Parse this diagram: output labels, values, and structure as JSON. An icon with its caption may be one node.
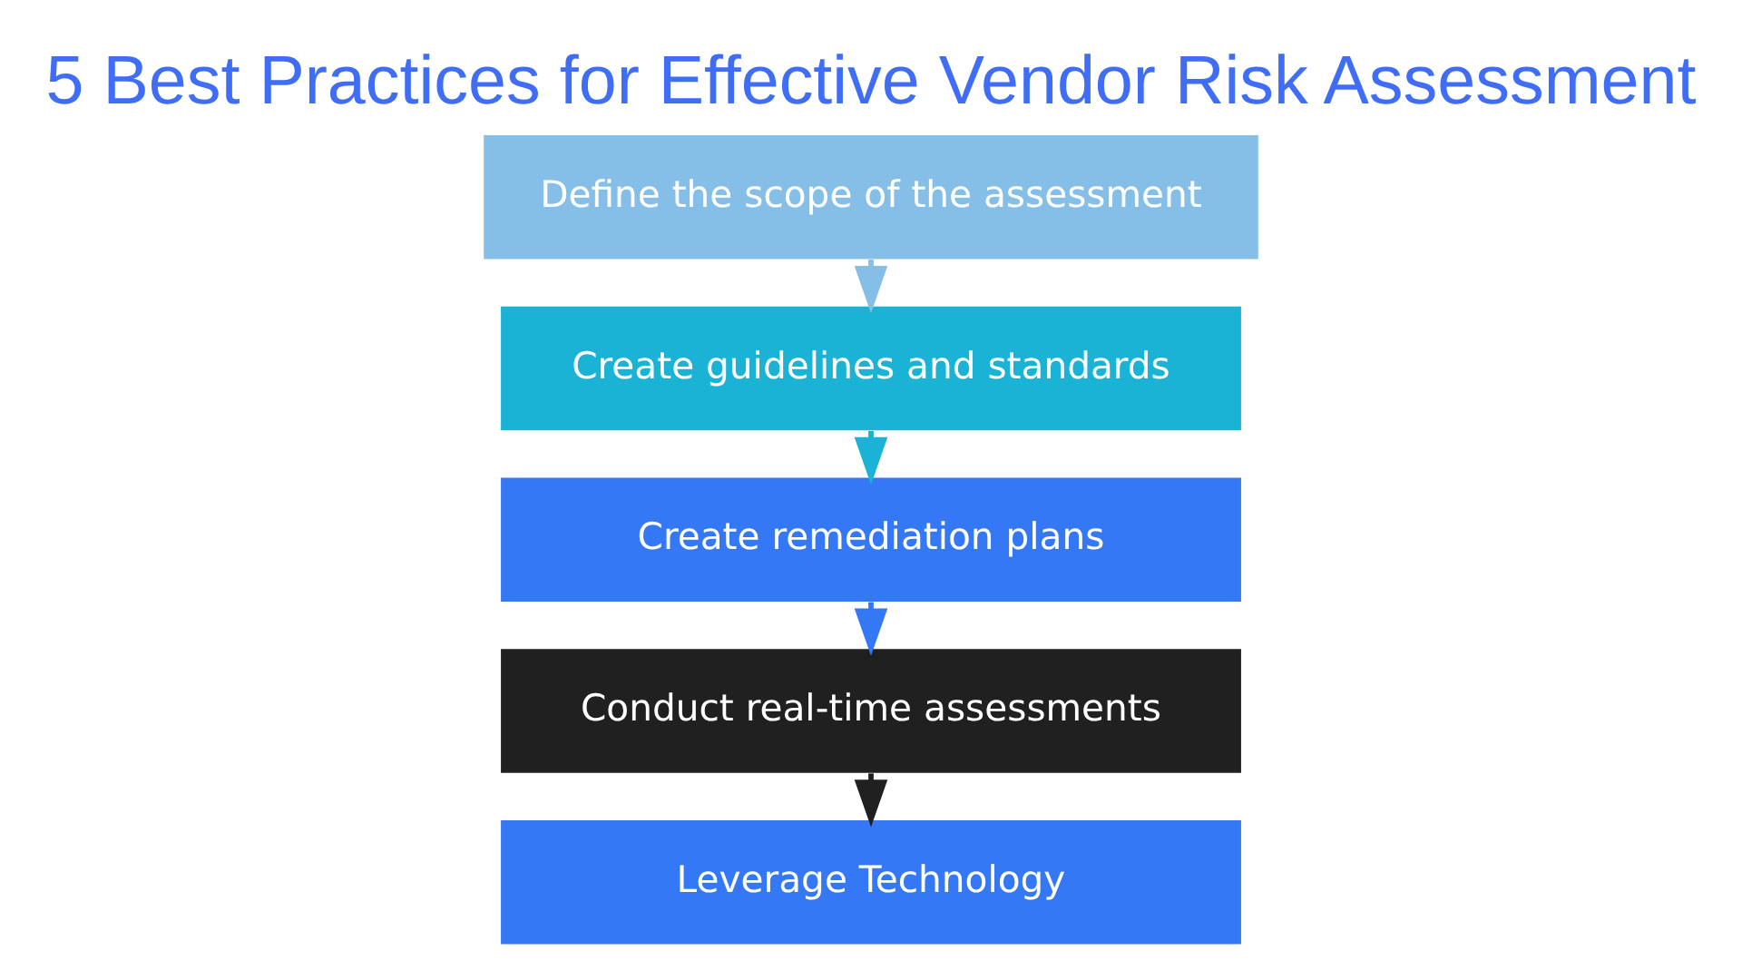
{
  "diagram": {
    "title": "5 Best Practices for Effective Vendor Risk Assessment",
    "nodes": [
      {
        "text": [
          "Define the scope of the assessment"
        ]
      },
      {
        "text": [
          "Create guidelines and standards"
        ]
      },
      {
        "text": [
          "Create remediation plans"
        ]
      },
      {
        "text": [
          "Conduct real-time assessments"
        ]
      },
      {
        "text": [
          "Leverage Technology"
        ]
      }
    ],
    "edges": [
      {
        "from": 0,
        "to": 1,
        "arrow": "to",
        "color": "#85bfe8"
      },
      {
        "from": 1,
        "to": 2,
        "arrow": "to",
        "color": "#1ab3d6"
      },
      {
        "from": 2,
        "to": 3,
        "arrow": "to",
        "color": "#3478f6"
      },
      {
        "from": 3,
        "to": 4,
        "arrow": "to",
        "color": "#202020"
      }
    ]
  }
}
